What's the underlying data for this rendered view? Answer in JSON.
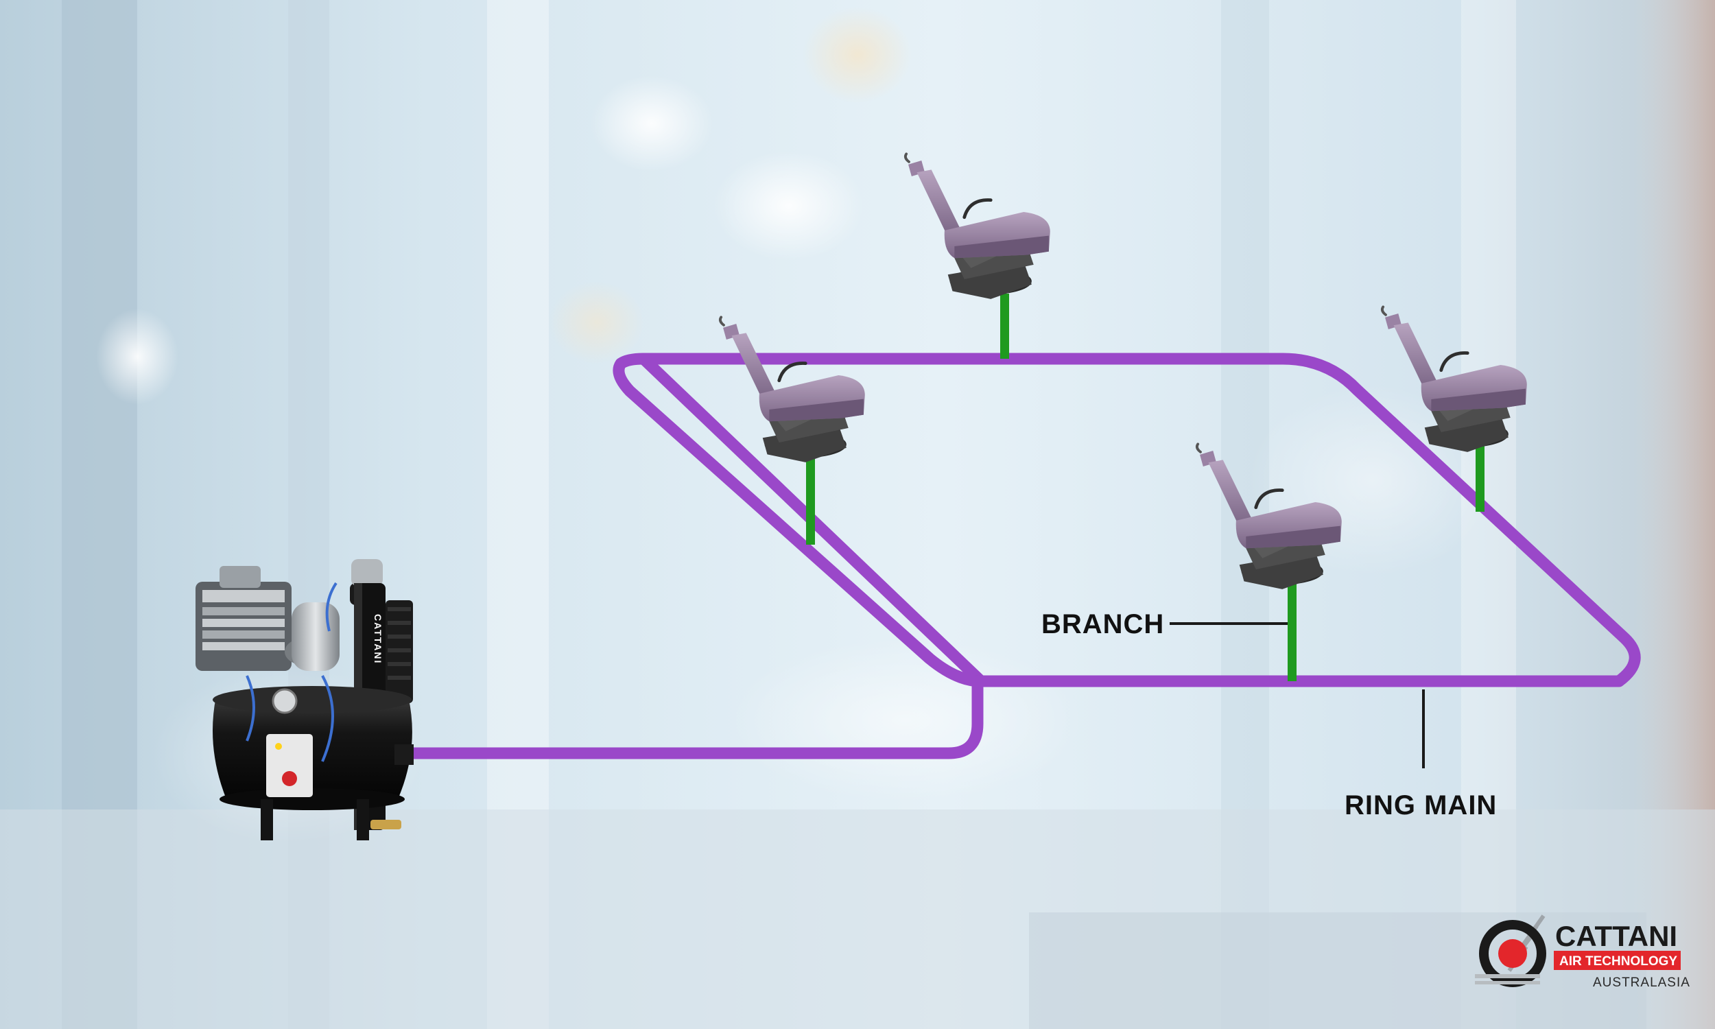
{
  "labels": {
    "branch": "BRANCH",
    "ring_main": "RING MAIN"
  },
  "compressor": {
    "brand_text": "CATTANI"
  },
  "logo": {
    "brand": "CATTANI",
    "tagline": "AIR TECHNOLOGY",
    "region": "AUSTRALASIA"
  },
  "colors": {
    "ring_main_pipe": "#9a48c9",
    "branch_pipe": "#1f9a1f",
    "chair_upholstery": "#9a82a4",
    "chair_base": "#3f3f3f",
    "logo_red": "#e3262b",
    "background": "#dbe8f0"
  },
  "icons": {
    "compressor": "compressor-icon",
    "chair": "dental-chair-icon",
    "logo": "cattani-logo-icon"
  }
}
